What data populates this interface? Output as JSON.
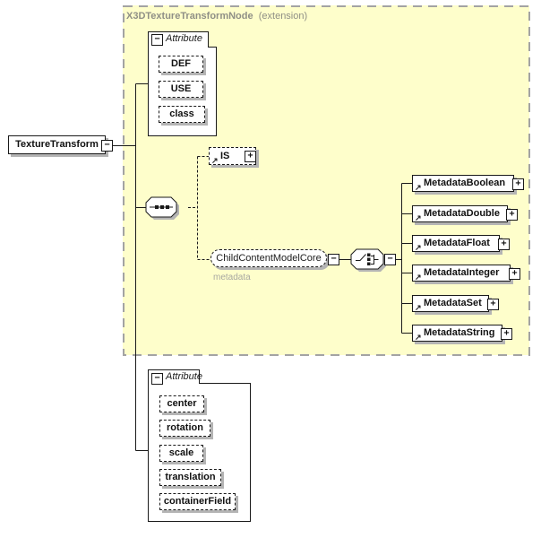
{
  "header": {
    "group_name": "X3DTextureTransformNode",
    "qualifier": "(extension)"
  },
  "root_element": {
    "label": "TextureTransform"
  },
  "attribute_group_top": {
    "label": "Attribute",
    "items": [
      "DEF",
      "USE",
      "class"
    ]
  },
  "is_element": {
    "label": "IS"
  },
  "child_content_model": {
    "label": "ChildContentModelCore",
    "annotation": "metadata"
  },
  "metadata_elements": [
    "MetadataBoolean",
    "MetadataDouble",
    "MetadataFloat",
    "MetadataInteger",
    "MetadataSet",
    "MetadataString"
  ],
  "attribute_group_bottom": {
    "label": "Attribute",
    "items": [
      "center",
      "rotation",
      "scale",
      "translation",
      "containerField"
    ]
  },
  "icons": {
    "collapse_icon": "−",
    "expand_icon": "+",
    "reference_arrow_icon": "↗"
  },
  "colors": {
    "group_fill": "#FEFECB",
    "group_border": "#A3A3A3",
    "node_border": "#1A1A1A",
    "shadow": "#B4B4B4",
    "header_text": "#8F8F86",
    "annotation_text": "#A8A8A2"
  }
}
